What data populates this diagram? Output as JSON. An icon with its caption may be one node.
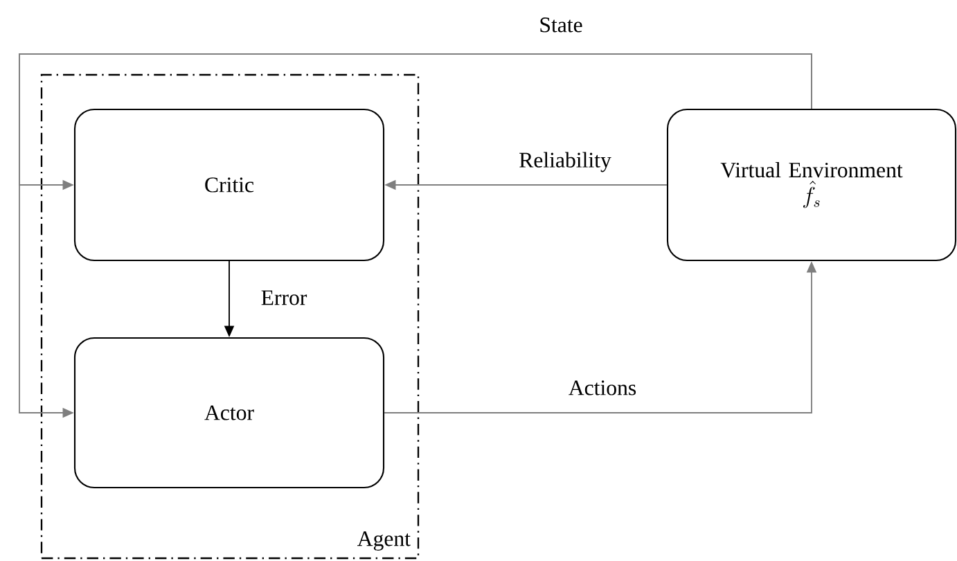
{
  "diagram": {
    "nodes": [
      {
        "text": [
          "Agent"
        ]
      },
      {
        "text": [
          "Critic"
        ],
        "in": 0
      },
      {
        "text": [
          "Actor"
        ],
        "in": 0
      },
      {
        "text": [
          "Virtual Environment",
          "\\hat{f}_s"
        ]
      }
    ],
    "edges": [
      {
        "from": 3,
        "to": 1,
        "arrow": "to",
        "label": "Reliability"
      },
      {
        "from": 1,
        "to": 2,
        "arrow": "to",
        "label": "Error",
        "color": "#000000"
      },
      {
        "from": 2,
        "to": 3,
        "arrow": "to",
        "label": "Actions"
      },
      {
        "from": 3,
        "to": 1,
        "arrow": "to",
        "label": "State"
      },
      {
        "from": 3,
        "to": 2,
        "arrow": "to"
      }
    ]
  }
}
